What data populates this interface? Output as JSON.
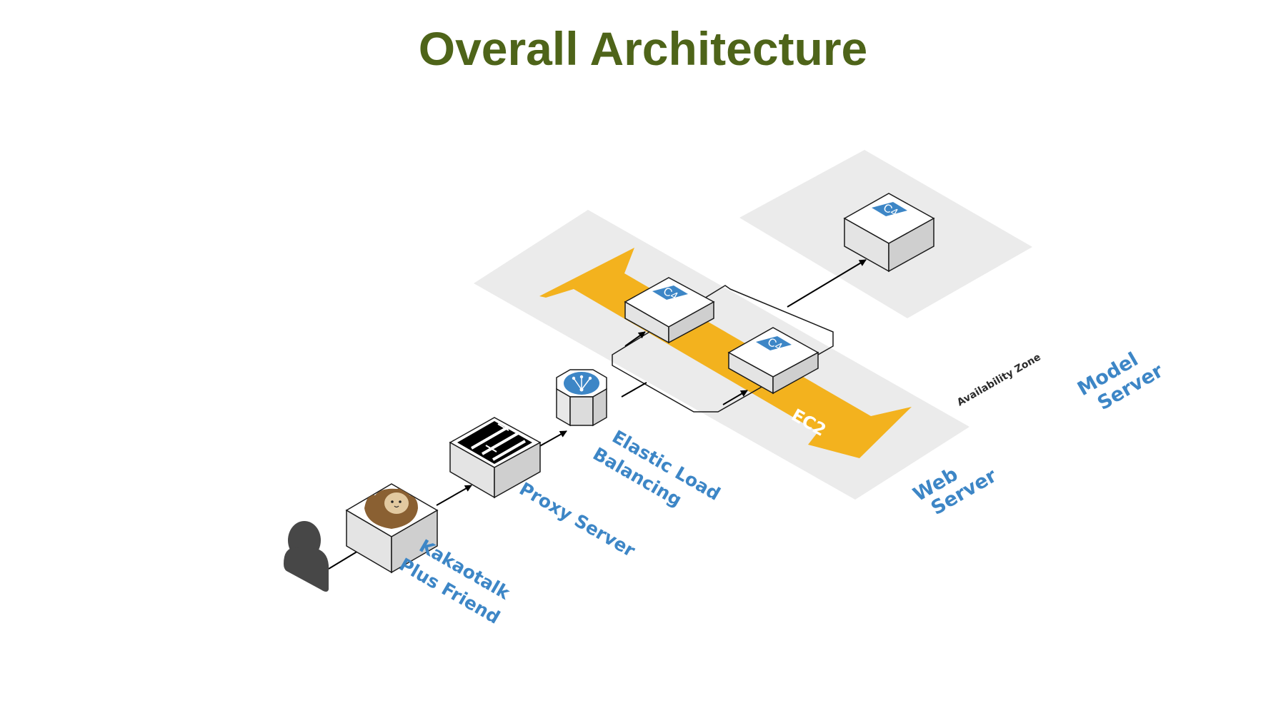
{
  "title": "Overall Architecture",
  "colors": {
    "title": "#4e6419",
    "label_blue": "#3d86c6",
    "arrow_orange": "#f3b21e",
    "zone_gray": "#ebebeb",
    "chip_blue": "#3d86c6",
    "user_gray": "#474747"
  },
  "nodes": {
    "user": {
      "icon": "user-icon"
    },
    "kakaotalk": {
      "label_line1": "Kakaotalk",
      "label_line2": "Plus Friend",
      "icon": "kakao-character-icon"
    },
    "proxy": {
      "label": "Proxy Server",
      "icon": "proxy-terminal-icon"
    },
    "elb": {
      "label_line1": "Elastic Load",
      "label_line2": "Balancing",
      "icon": "load-balancer-icon"
    },
    "web1": {
      "chip": "C4"
    },
    "web2": {
      "chip": "C4"
    },
    "model": {
      "chip": "C4"
    }
  },
  "zones": {
    "availability_zone": "Availability Zone",
    "ec2": "EC2"
  },
  "groups": {
    "web_server": {
      "line1": "Web",
      "line2": "Server"
    },
    "model_server": {
      "line1": "Model",
      "line2": "Server"
    }
  }
}
